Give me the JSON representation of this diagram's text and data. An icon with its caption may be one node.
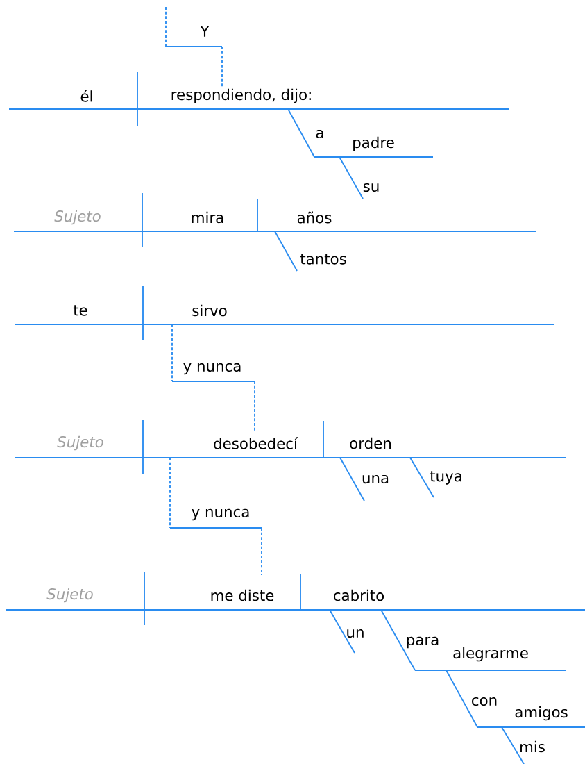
{
  "diagram": {
    "labels": [
      "Y",
      "él",
      "respondiendo, dijo:",
      "a",
      "padre",
      "su",
      "Sujeto",
      "mira",
      "años",
      "tantos",
      "te",
      "sirvo",
      "y nunca",
      "Sujeto",
      "desobedecí",
      "orden",
      "una",
      "tuya",
      "y nunca",
      "Sujeto",
      "me diste",
      "cabrito",
      "un",
      "para",
      "alegrarme",
      "con",
      "amigos",
      "mis"
    ]
  }
}
